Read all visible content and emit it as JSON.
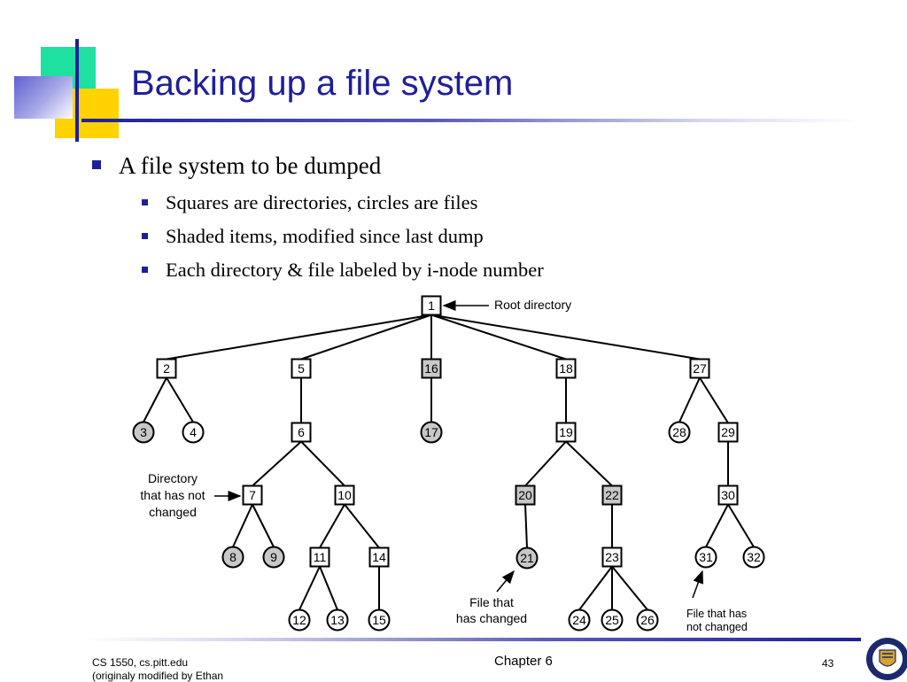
{
  "slide": {
    "title": "Backing up a file system",
    "bullets": [
      {
        "text": "A file system to be dumped",
        "sub": [
          "Squares are directories, circles are files",
          "Shaded items, modified since last dump",
          "Each directory & file labeled by i-node number"
        ]
      }
    ]
  },
  "colors": {
    "title": "#1f1f9a",
    "bullet": "#1f1f9a",
    "deco_green": "#1ee0a0",
    "deco_yellow": "#ffd200",
    "deco_blue": "#6060d0",
    "node_shaded": "#c8c8c8",
    "node_plain": "#ffffff"
  },
  "diagram": {
    "nodes": [
      {
        "id": "1",
        "shape": "square",
        "modified": false
      },
      {
        "id": "2",
        "shape": "square",
        "modified": false
      },
      {
        "id": "5",
        "shape": "square",
        "modified": false
      },
      {
        "id": "16",
        "shape": "square",
        "modified": true
      },
      {
        "id": "18",
        "shape": "square",
        "modified": false
      },
      {
        "id": "27",
        "shape": "square",
        "modified": false
      },
      {
        "id": "3",
        "shape": "circle",
        "modified": true
      },
      {
        "id": "4",
        "shape": "circle",
        "modified": false
      },
      {
        "id": "6",
        "shape": "square",
        "modified": false
      },
      {
        "id": "17",
        "shape": "circle",
        "modified": true
      },
      {
        "id": "19",
        "shape": "square",
        "modified": false
      },
      {
        "id": "28",
        "shape": "circle",
        "modified": false
      },
      {
        "id": "29",
        "shape": "square",
        "modified": false
      },
      {
        "id": "7",
        "shape": "square",
        "modified": false
      },
      {
        "id": "10",
        "shape": "square",
        "modified": false
      },
      {
        "id": "20",
        "shape": "square",
        "modified": true
      },
      {
        "id": "22",
        "shape": "square",
        "modified": true
      },
      {
        "id": "30",
        "shape": "square",
        "modified": false
      },
      {
        "id": "8",
        "shape": "circle",
        "modified": true
      },
      {
        "id": "9",
        "shape": "circle",
        "modified": true
      },
      {
        "id": "11",
        "shape": "square",
        "modified": false
      },
      {
        "id": "14",
        "shape": "square",
        "modified": false
      },
      {
        "id": "21",
        "shape": "circle",
        "modified": true
      },
      {
        "id": "23",
        "shape": "square",
        "modified": false
      },
      {
        "id": "31",
        "shape": "circle",
        "modified": false
      },
      {
        "id": "32",
        "shape": "circle",
        "modified": false
      },
      {
        "id": "12",
        "shape": "circle",
        "modified": false
      },
      {
        "id": "13",
        "shape": "circle",
        "modified": false
      },
      {
        "id": "15",
        "shape": "circle",
        "modified": false
      },
      {
        "id": "24",
        "shape": "circle",
        "modified": false
      },
      {
        "id": "25",
        "shape": "circle",
        "modified": false
      },
      {
        "id": "26",
        "shape": "circle",
        "modified": false
      }
    ],
    "edges": [
      [
        "1",
        "2"
      ],
      [
        "1",
        "5"
      ],
      [
        "1",
        "16"
      ],
      [
        "1",
        "18"
      ],
      [
        "1",
        "27"
      ],
      [
        "2",
        "3"
      ],
      [
        "2",
        "4"
      ],
      [
        "5",
        "6"
      ],
      [
        "16",
        "17"
      ],
      [
        "18",
        "19"
      ],
      [
        "27",
        "28"
      ],
      [
        "27",
        "29"
      ],
      [
        "6",
        "7"
      ],
      [
        "6",
        "10"
      ],
      [
        "19",
        "20"
      ],
      [
        "19",
        "22"
      ],
      [
        "29",
        "30"
      ],
      [
        "7",
        "8"
      ],
      [
        "7",
        "9"
      ],
      [
        "10",
        "11"
      ],
      [
        "10",
        "14"
      ],
      [
        "20",
        "21"
      ],
      [
        "22",
        "23"
      ],
      [
        "30",
        "31"
      ],
      [
        "30",
        "32"
      ],
      [
        "11",
        "12"
      ],
      [
        "11",
        "13"
      ],
      [
        "14",
        "15"
      ],
      [
        "23",
        "24"
      ],
      [
        "23",
        "25"
      ],
      [
        "23",
        "26"
      ]
    ],
    "annotations": {
      "root_directory": "Root directory",
      "dir_unchanged": [
        "Directory",
        "that has not",
        "changed"
      ],
      "file_changed": [
        "File that",
        "has changed"
      ],
      "file_unchanged": [
        "File that has",
        "not changed"
      ]
    }
  },
  "footer": {
    "course_line1": "CS 1550, cs.pitt.edu",
    "course_line2": "(originaly modified by Ethan",
    "chapter": "Chapter 6",
    "page": "43"
  }
}
